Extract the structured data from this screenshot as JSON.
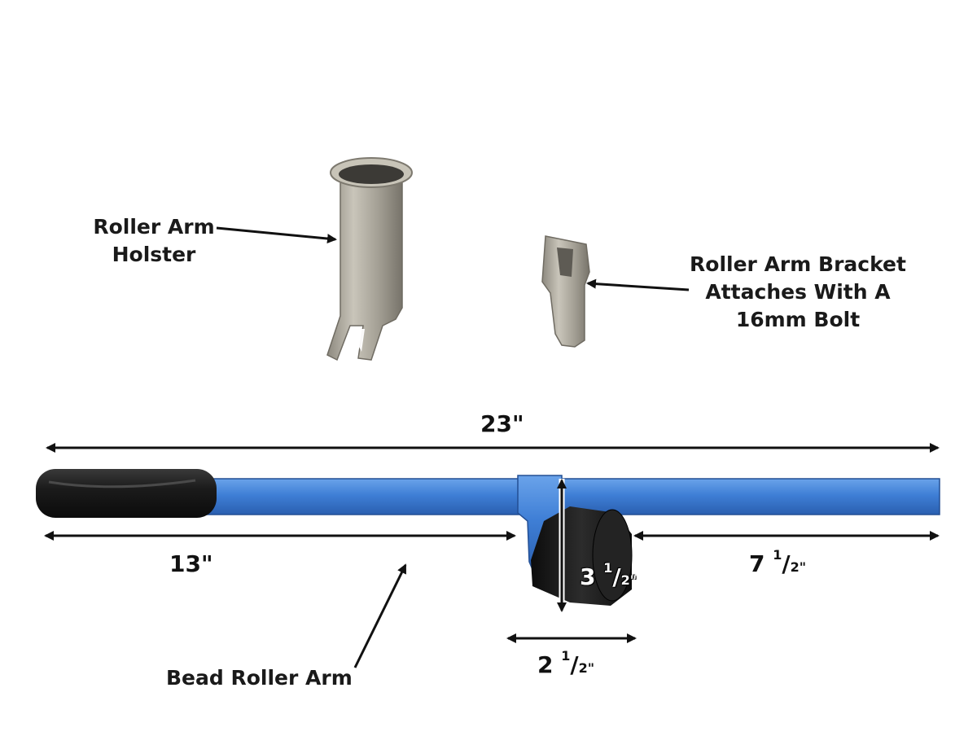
{
  "labels": {
    "holster_line1": "Roller Arm",
    "holster_line2": "Holster",
    "bracket_line1": "Roller Arm Bracket",
    "bracket_line2": "Attaches With A",
    "bracket_line3": "16mm Bolt",
    "arm": "Bead Roller Arm"
  },
  "dimensions": {
    "overall": "23\"",
    "handle_to_bracket": "13\"",
    "bracket_to_end_whole": "7",
    "bracket_to_end_num": "1",
    "bracket_to_end_den": "2\"",
    "roller_height_whole": "3",
    "roller_height_num": "1",
    "roller_height_den": "2\"",
    "roller_width_whole": "2",
    "roller_width_num": "1",
    "roller_width_den": "2\""
  },
  "colors": {
    "arm_blue": "#3f7fd6",
    "arm_blue_dark": "#2a5fb0",
    "grip_black": "#1b1b1b",
    "steel": "#a8a49a",
    "arrow": "#111111"
  }
}
